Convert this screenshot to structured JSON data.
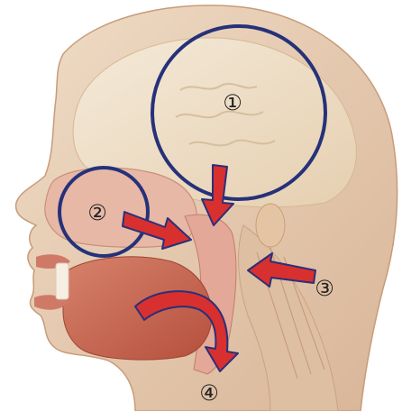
{
  "figure": {
    "background": "#ffffff",
    "colors": {
      "skin": "#e9cfb4",
      "skin_shadow": "#d7b496",
      "tissue_pink": "#e8b3a3",
      "muscle": "#c9644f",
      "brain": "#efe2cd",
      "bone": "#f3ead9",
      "circle_stroke": "#26317a",
      "arrow_fill": "#d8302e",
      "arrow_stroke": "#2a2f7a",
      "label_ink": "#222222"
    },
    "regions": [
      {
        "id": "region-1",
        "label": "①",
        "description_icon": "brain-circle"
      },
      {
        "id": "region-2",
        "label": "②",
        "description_icon": "nasal-circle"
      }
    ],
    "arrows": [
      {
        "id": "arrow-from-1",
        "label": "",
        "icon": "down-arrow"
      },
      {
        "id": "arrow-from-2",
        "label": "",
        "icon": "right-arrow"
      },
      {
        "id": "arrow-from-3",
        "label": "③",
        "icon": "left-arrow"
      },
      {
        "id": "arrow-from-4",
        "label": "④",
        "icon": "curved-arrow"
      }
    ],
    "labels": {
      "one": "①",
      "two": "②",
      "three": "③",
      "four": "④"
    }
  }
}
